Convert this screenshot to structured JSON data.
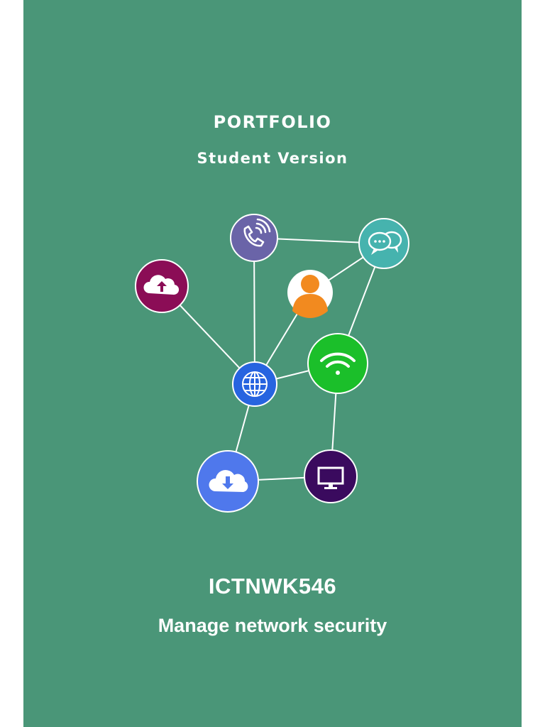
{
  "cover": {
    "heading": "PORTFOLIO",
    "subheading": "Student Version",
    "unit_code": "ICTNWK546",
    "unit_title": "Manage network security"
  },
  "colors": {
    "background": "#4a9678",
    "text": "#ffffff",
    "connector": "#ffffff"
  },
  "network_nodes": [
    {
      "name": "phone-node",
      "icon": "phone-icon",
      "color": "#6a64a8"
    },
    {
      "name": "chat-node",
      "icon": "chat-bubbles-icon",
      "color": "#46b3ae"
    },
    {
      "name": "upload-node",
      "icon": "cloud-upload-icon",
      "color": "#8b0d56"
    },
    {
      "name": "user-node",
      "icon": "user-icon",
      "color": "#ffffff"
    },
    {
      "name": "wifi-node",
      "icon": "wifi-icon",
      "color": "#1bbf2a"
    },
    {
      "name": "globe-node",
      "icon": "globe-icon",
      "color": "#2764e0"
    },
    {
      "name": "download-node",
      "icon": "cloud-download-icon",
      "color": "#4f78ec"
    },
    {
      "name": "monitor-node",
      "icon": "monitor-icon",
      "color": "#3a0a5e"
    }
  ]
}
